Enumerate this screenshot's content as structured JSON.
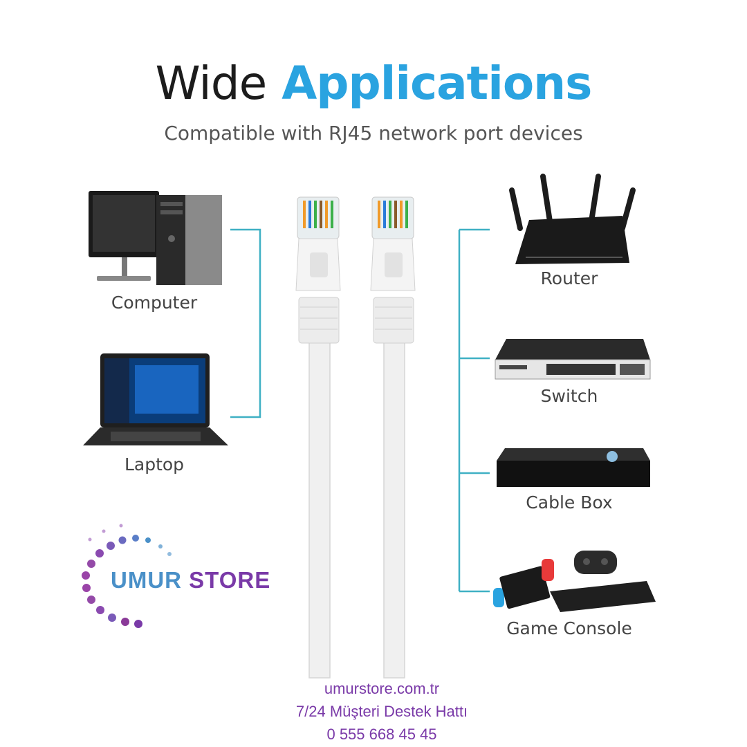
{
  "headline": {
    "word1": "Wide",
    "word2": "Applications"
  },
  "subheadline": "Compatible with RJ45 network port devices",
  "devices": {
    "computer": "Computer",
    "laptop": "Laptop",
    "router": "Router",
    "switch": "Switch",
    "cable_box": "Cable Box",
    "game_console": "Game Console"
  },
  "brand": {
    "name_part1": "UMUR",
    "name_part2": "STORE"
  },
  "footer": {
    "website": "umurstore.com.tr",
    "support_line": "7/24 Müşteri Destek Hattı",
    "phone": "0 555 668 45 45"
  },
  "colors": {
    "accent_blue": "#2aa3e0",
    "connector_line": "#3fb0c4",
    "brand_purple": "#7a3aa8",
    "brand_blue": "#4a90c8"
  }
}
